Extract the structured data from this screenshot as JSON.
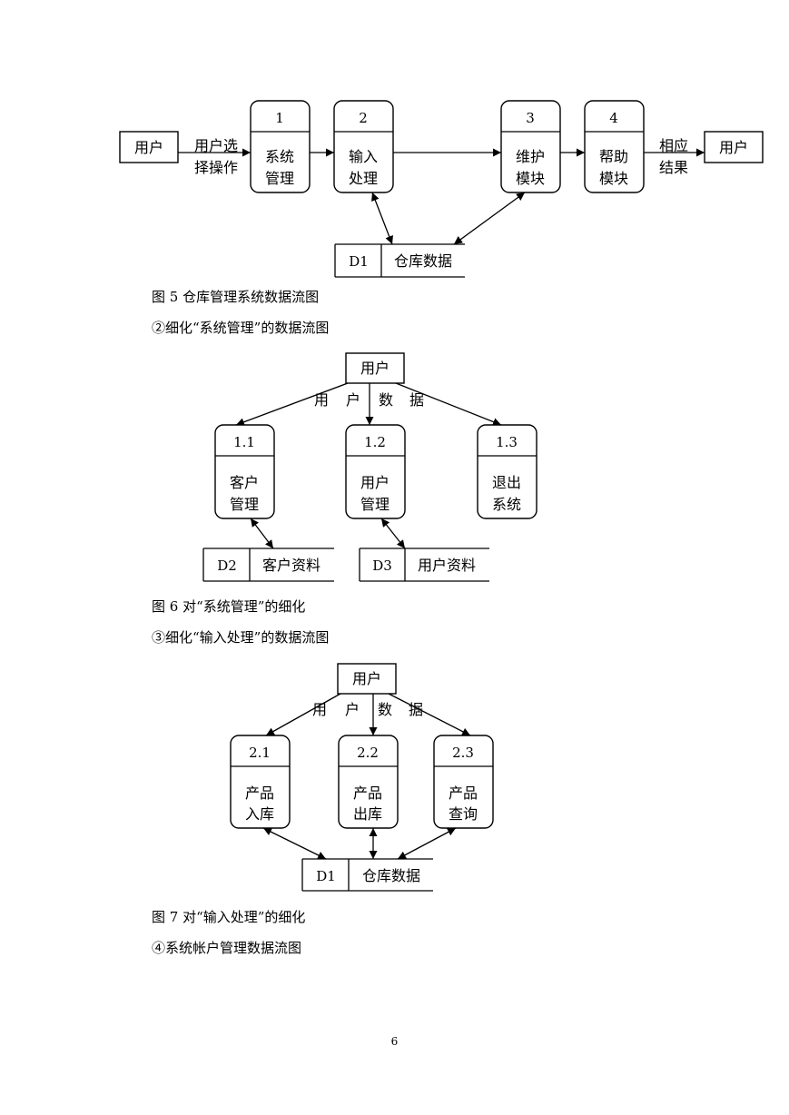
{
  "fig5": {
    "user_left": "用户",
    "flow_in_1": "用户选",
    "flow_in_2": "择操作",
    "p1": {
      "num": "1",
      "line1": "系统",
      "line2": "管理"
    },
    "p2": {
      "num": "2",
      "line1": "输入",
      "line2": "处理"
    },
    "p3": {
      "num": "3",
      "line1": "维护",
      "line2": "模块"
    },
    "p4": {
      "num": "4",
      "line1": "帮助",
      "line2": "模块"
    },
    "flow_out_1": "相应",
    "flow_out_2": "结果",
    "user_right": "用户",
    "store": {
      "id": "D1",
      "name": "仓库数据"
    },
    "caption": "图 5  仓库管理系统数据流图"
  },
  "section2": "②细化“系统管理”的数据流图",
  "fig6": {
    "user": "用户",
    "flow": [
      "用",
      "户",
      "数",
      "据"
    ],
    "p1": {
      "num": "1.1",
      "line1": "客户",
      "line2": "管理"
    },
    "p2": {
      "num": "1.2",
      "line1": "用户",
      "line2": "管理"
    },
    "p3": {
      "num": "1.3",
      "line1": "退出",
      "line2": "系统"
    },
    "store_a": {
      "id": "D2",
      "name": "客户资料"
    },
    "store_b": {
      "id": "D3",
      "name": "用户资料"
    },
    "caption": "图 6  对“系统管理”的细化"
  },
  "section3": "③细化“输入处理”的数据流图",
  "fig7": {
    "user": "用户",
    "flow": [
      "用",
      "户",
      "数",
      "据"
    ],
    "p1": {
      "num": "2.1",
      "line1": "产品",
      "line2": "入库"
    },
    "p2": {
      "num": "2.2",
      "line1": "产品",
      "line2": "出库"
    },
    "p3": {
      "num": "2.3",
      "line1": "产品",
      "line2": "查询"
    },
    "store": {
      "id": "D1",
      "name": "仓库数据"
    },
    "caption": "图 7  对“输入处理”的细化"
  },
  "section4": "④系统帐户管理数据流图",
  "page_number": "6"
}
